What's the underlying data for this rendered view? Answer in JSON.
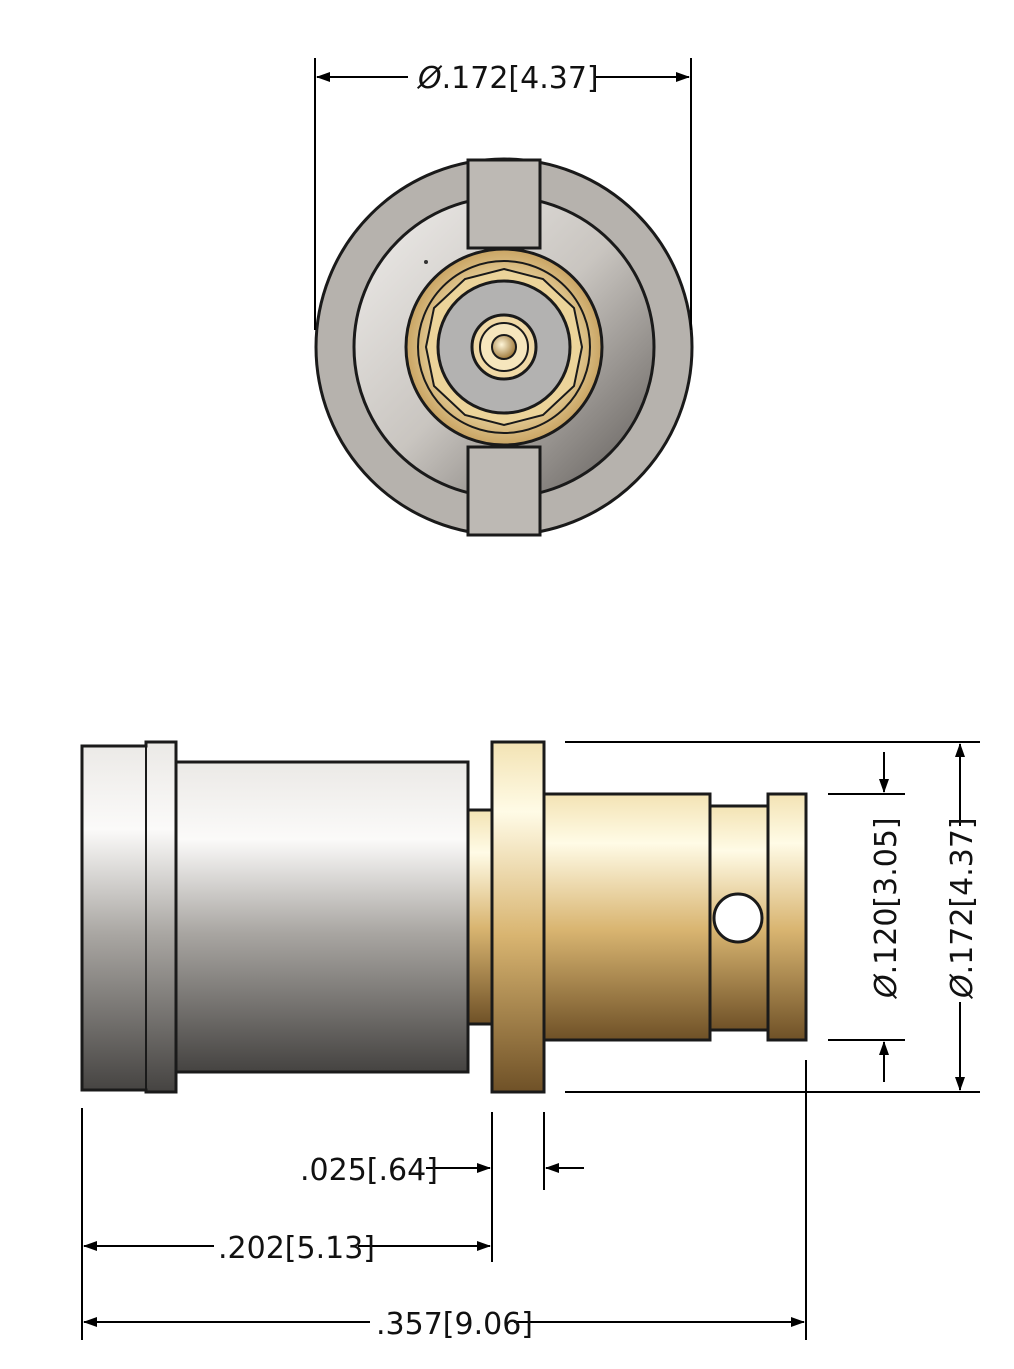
{
  "dimensions": {
    "top_diameter": ".172[4.37]",
    "side_inner_diameter": ".120[3.05]",
    "side_outer_diameter": ".172[4.37]",
    "flange_width": ".025[.64]",
    "body_length": ".202[5.13]",
    "overall_length": ".357[9.06]"
  },
  "colors": {
    "silver": "#b9b5b0",
    "silver_dark": "#5e5b58",
    "gold": "#e6c98c",
    "gold_dark": "#8a6a36",
    "line": "#000000"
  }
}
